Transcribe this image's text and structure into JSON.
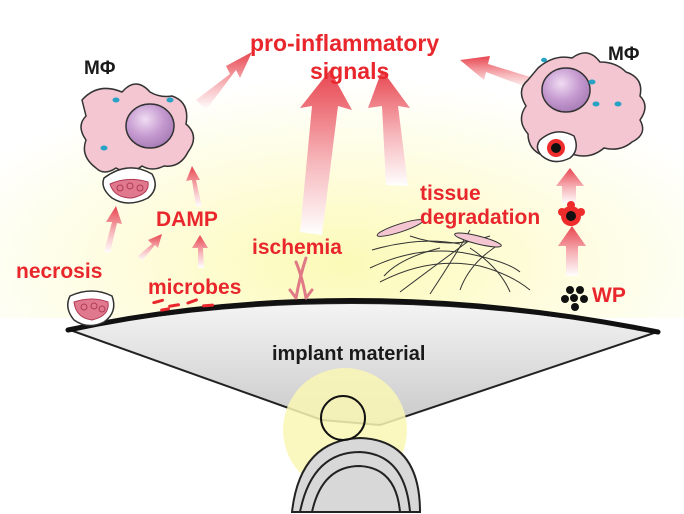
{
  "labels": {
    "pro_inflammatory_line1": "pro-inflammatory",
    "pro_inflammatory_line2": "signals",
    "macrophage_left": "MΦ",
    "macrophage_right": "MΦ",
    "damp": "DAMP",
    "necrosis": "necrosis",
    "microbes": "microbes",
    "ischemia": "ischemia",
    "tissue_line1": "tissue",
    "tissue_line2": "degradation",
    "wear_particles": "WP",
    "implant_material": "implant material"
  },
  "colors": {
    "label_red": "#e8262c",
    "arrow_fill": "#f3a2a7",
    "cell_fill": "#f4c6d2",
    "nucleus": "#b589c1",
    "glow": "#fdfcc9",
    "implant_fill": "#e5e5e5"
  }
}
